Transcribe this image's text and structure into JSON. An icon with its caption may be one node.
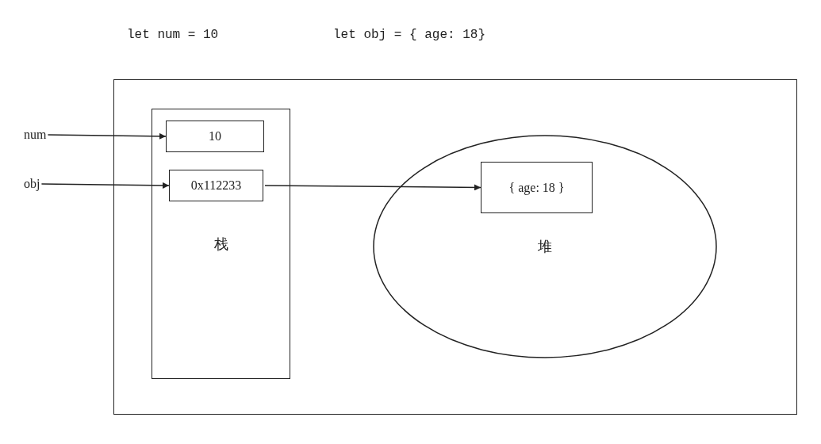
{
  "diagram": {
    "nodes": [
      {
        "text": [],
        "shape": "box"
      },
      {
        "text": [
          "栈"
        ],
        "in": 0
      },
      {
        "text": [
          "10"
        ],
        "in": 1
      },
      {
        "text": [
          "0x112233"
        ],
        "in": 1
      },
      {
        "text": [
          "堆"
        ],
        "in": 0
      },
      {
        "text": [
          "{ age: 18 }"
        ],
        "in": 4
      },
      {
        "text": [
          "num"
        ]
      },
      {
        "text": [
          "obj"
        ]
      }
    ],
    "edges": [
      {
        "from": 6,
        "to": 2,
        "arrow": "to"
      },
      {
        "from": 7,
        "to": 3,
        "arrow": "to"
      },
      {
        "from": 3,
        "to": 5,
        "arrow": "to"
      }
    ],
    "labels": [
      "let num = 10",
      "let obj = { age: 18}"
    ]
  }
}
